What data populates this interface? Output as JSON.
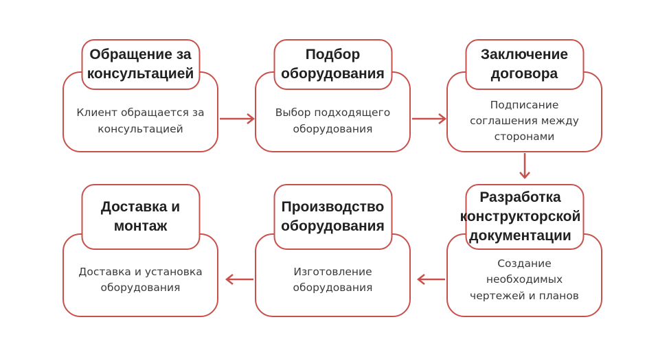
{
  "page": {
    "background": "#ffffff"
  },
  "diagram": {
    "type": "flowchart",
    "accent_color": "#c8504c",
    "title_color": "#212121",
    "description_color": "#3a3a3a",
    "card_background": "#ffffff",
    "steps": [
      {
        "title": "Обращение за консультацией",
        "description": "Клиент обращается за консультацией"
      },
      {
        "title": "Подбор оборудования",
        "description": "Выбор подходящего оборудования"
      },
      {
        "title": "Заключение договора",
        "description": "Подписание соглашения между сторонами"
      },
      {
        "title": "Разработка конструкторской документации",
        "description": "Создание необходимых чертежей и планов"
      },
      {
        "title": "Производство оборудования",
        "description": "Изготовление оборудования"
      },
      {
        "title": "Доставка и монтаж",
        "description": "Доставка и установка оборудования"
      }
    ],
    "connections": [
      {
        "from": 1,
        "to": 2,
        "direction": "right"
      },
      {
        "from": 2,
        "to": 3,
        "direction": "right"
      },
      {
        "from": 3,
        "to": 4,
        "direction": "down"
      },
      {
        "from": 4,
        "to": 5,
        "direction": "left"
      },
      {
        "from": 5,
        "to": 6,
        "direction": "left"
      }
    ]
  }
}
